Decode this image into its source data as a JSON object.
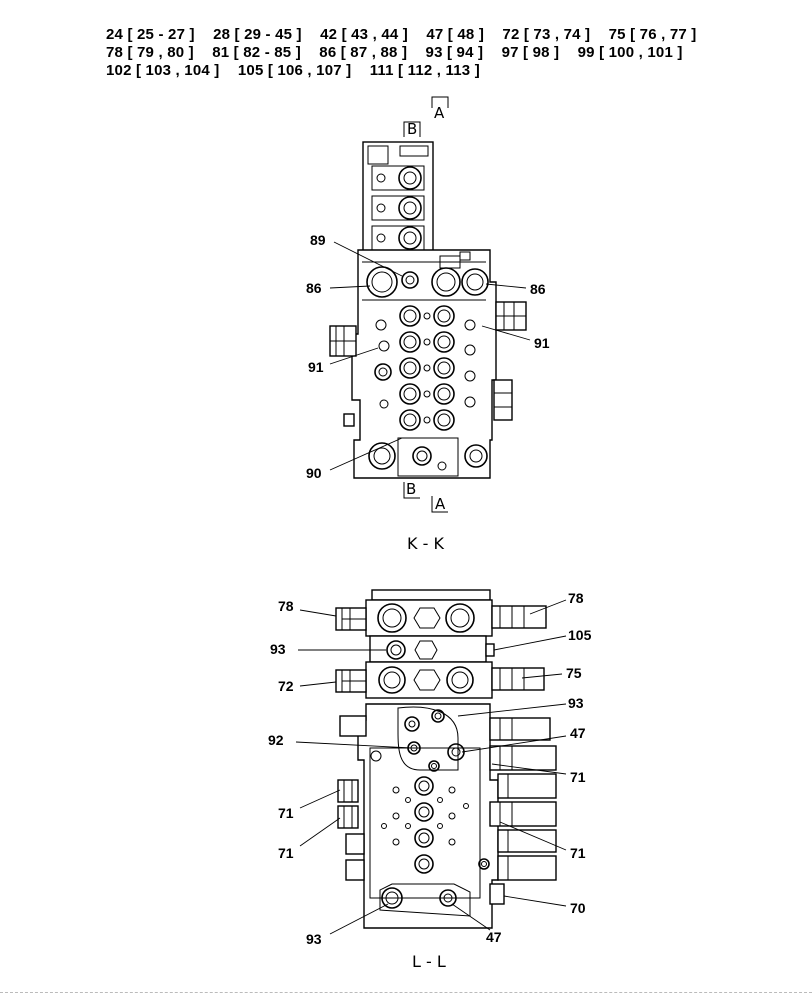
{
  "header": {
    "lines": [
      [
        "24 [ 25 - 27 ]",
        "28 [ 29 - 45 ]",
        "42 [ 43 , 44 ]",
        "47 [ 48 ]",
        "72 [ 73 , 74 ]",
        "75 [ 76 , 77 ]"
      ],
      [
        "78 [ 79 , 80 ]",
        "81 [ 82 - 85 ]",
        "86 [ 87 , 88 ]",
        "93 [ 94 ]",
        "97 [ 98 ]",
        "99 [ 100 , 101 ]"
      ],
      [
        "102 [ 103 , 104 ]",
        "105 [ 106 , 107 ]",
        "111 [ 112 , 113 ]"
      ]
    ]
  },
  "view_kk": {
    "title": "K - K",
    "section_marks": {
      "a": "A",
      "b": "B"
    },
    "callouts": [
      "89",
      "86",
      "86",
      "91",
      "91",
      "90"
    ]
  },
  "view_ll": {
    "title": "L - L",
    "callouts": [
      "78",
      "78",
      "105",
      "93",
      "75",
      "72",
      "93",
      "92",
      "47",
      "71",
      "71",
      "71",
      "71",
      "70",
      "93",
      "47"
    ]
  }
}
